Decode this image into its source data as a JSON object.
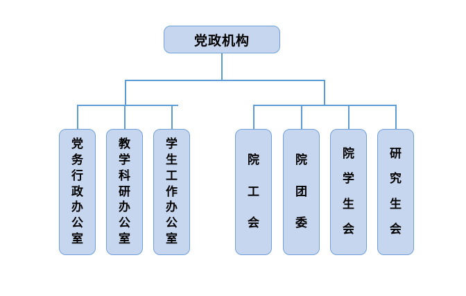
{
  "diagram": {
    "title_node": {
      "label": "党政机构",
      "name": "node-root-party-government-organization"
    },
    "colors": {
      "node_fill": "#c6d6ee",
      "node_border": "#6f9fd8",
      "connector": "#5b9bd5",
      "text": "#000000",
      "background": "#ffffff"
    },
    "groups": [
      {
        "group_name": "administrative-offices",
        "nodes": [
          {
            "label": "党务行政办公室",
            "chars": [
              "党",
              "务",
              "行",
              "政",
              "办",
              "公",
              "室"
            ],
            "name": "node-party-administrative-office"
          },
          {
            "label": "教学科研办公室",
            "chars": [
              "教",
              "学",
              "科",
              "研",
              "办",
              "公",
              "室"
            ],
            "name": "node-teaching-research-office"
          },
          {
            "label": "学生工作办公室",
            "chars": [
              "学",
              "生",
              "工",
              "作",
              "办",
              "公",
              "室"
            ],
            "name": "node-student-affairs-office"
          }
        ]
      },
      {
        "group_name": "mass-organizations",
        "nodes": [
          {
            "label": "院工会",
            "chars": [
              "院",
              "工",
              "会"
            ],
            "name": "node-college-labor-union"
          },
          {
            "label": "院团委",
            "chars": [
              "院",
              "团",
              "委"
            ],
            "name": "node-college-youth-league-committee"
          },
          {
            "label": "院学生会",
            "chars": [
              "院",
              "学",
              "生",
              "会"
            ],
            "name": "node-college-student-union"
          },
          {
            "label": "研究生会",
            "chars": [
              "研",
              "究",
              "生",
              "会"
            ],
            "name": "node-graduate-student-union"
          }
        ]
      }
    ]
  }
}
